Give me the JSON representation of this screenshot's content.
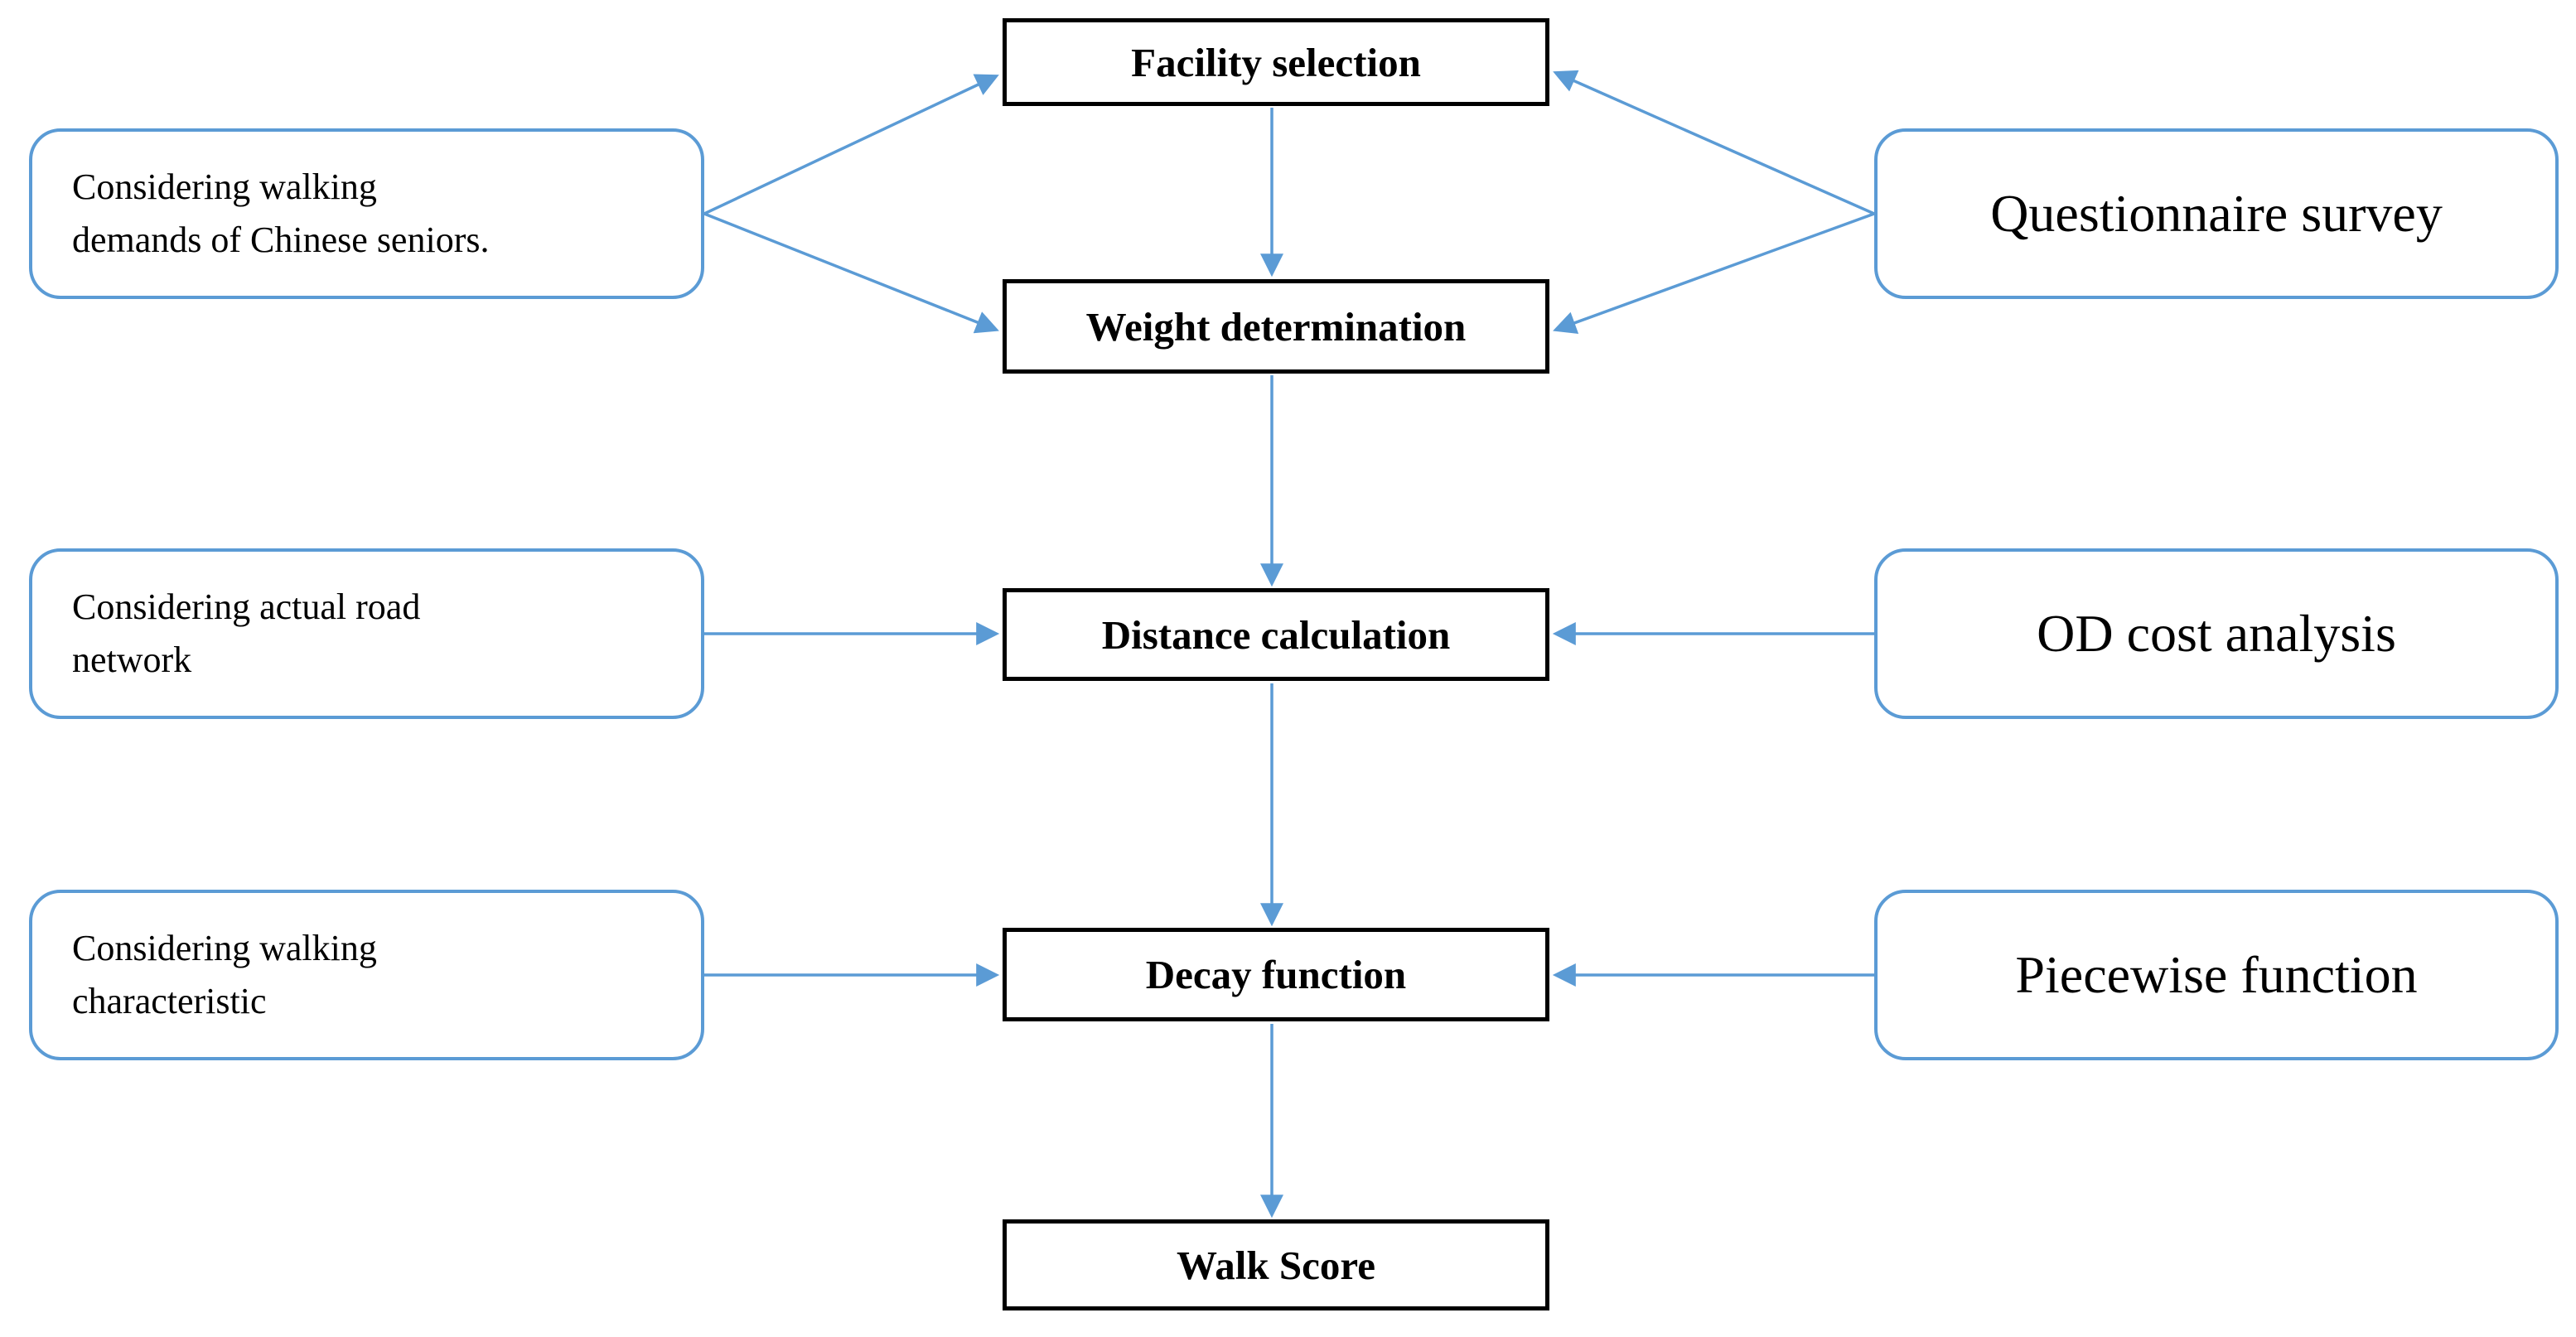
{
  "diagram": {
    "title": "Walk Score methodology flowchart",
    "colors": {
      "accent_blue": "#5B9BD5",
      "process_border": "#000000",
      "background": "#FFFFFF",
      "text": "#000000"
    },
    "center_nodes": [
      {
        "label": "Facility selection"
      },
      {
        "label": "Weight determination"
      },
      {
        "label": "Distance calculation"
      },
      {
        "label": "Decay function"
      },
      {
        "label": "Walk Score"
      }
    ],
    "left_notes": [
      {
        "label": "Considering walking\ndemands of Chinese seniors."
      },
      {
        "label": "Considering actual road\nnetwork"
      },
      {
        "label": "Considering walking\ncharacteristic"
      }
    ],
    "right_methods": [
      {
        "label": "Questionnaire survey"
      },
      {
        "label": "OD cost analysis"
      },
      {
        "label": "Piecewise function"
      }
    ],
    "edges": [
      {
        "from": "Considering walking demands of Chinese seniors.",
        "to": "Facility selection"
      },
      {
        "from": "Considering walking demands of Chinese seniors.",
        "to": "Weight determination"
      },
      {
        "from": "Questionnaire survey",
        "to": "Facility selection"
      },
      {
        "from": "Questionnaire survey",
        "to": "Weight determination"
      },
      {
        "from": "Facility selection",
        "to": "Weight determination"
      },
      {
        "from": "Weight determination",
        "to": "Distance calculation"
      },
      {
        "from": "Considering actual road network",
        "to": "Distance calculation"
      },
      {
        "from": "OD cost analysis",
        "to": "Distance calculation"
      },
      {
        "from": "Distance calculation",
        "to": "Decay function"
      },
      {
        "from": "Considering walking characteristic",
        "to": "Decay function"
      },
      {
        "from": "Piecewise function",
        "to": "Decay function"
      },
      {
        "from": "Decay function",
        "to": "Walk Score"
      }
    ]
  }
}
